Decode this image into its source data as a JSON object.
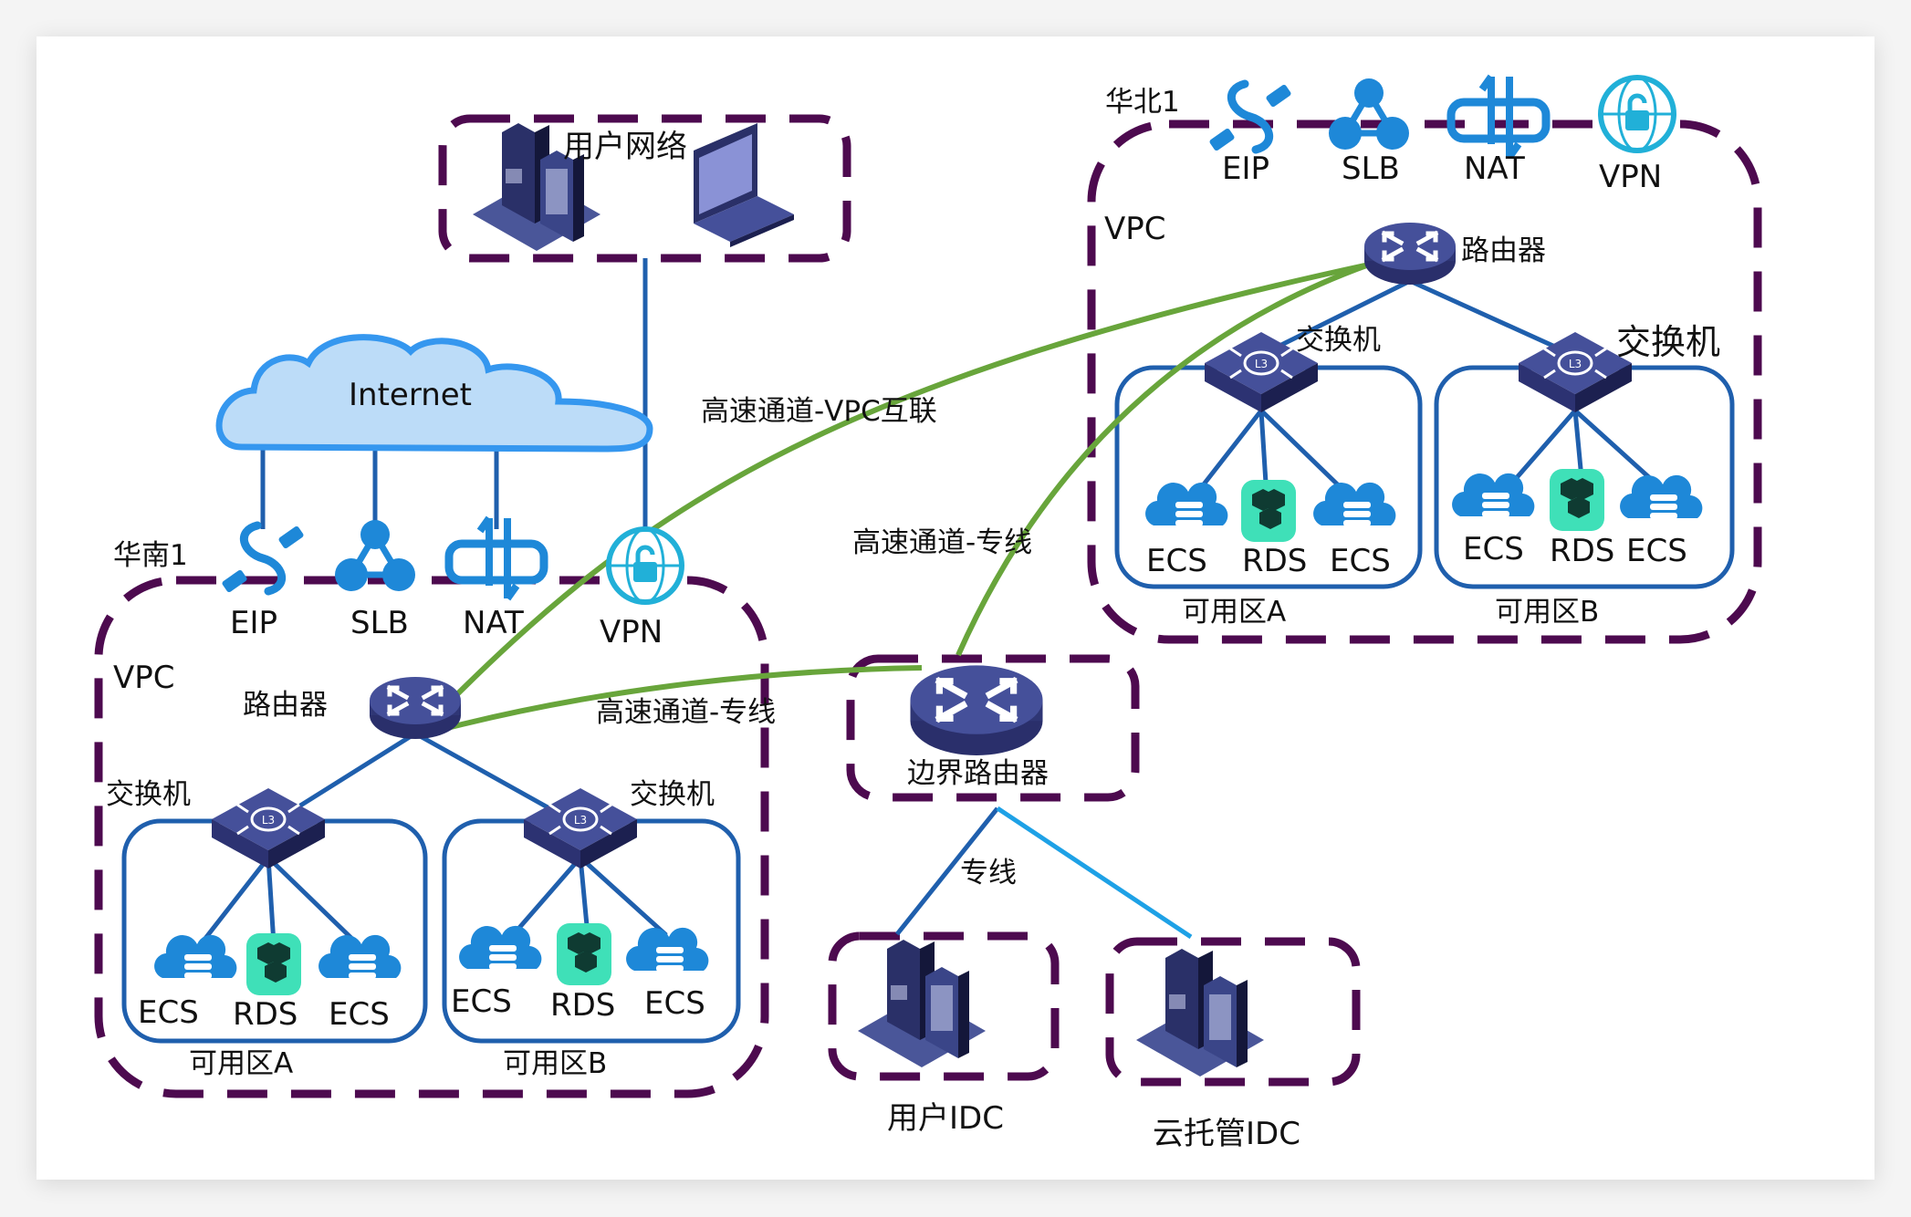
{
  "diagram": {
    "colors": {
      "boundary": "#4d0a4f",
      "link_blue": "#1f5fad",
      "link_light_blue": "#1ea1e6",
      "express_green": "#68a53b",
      "device_navy": "#45509a",
      "cloud_fill": "#bcdcf8",
      "cloud_stroke": "#3597ef",
      "service_blue": "#1e88d8",
      "rds_green": "#3fe0b8"
    },
    "user_network": {
      "label": "用户网络",
      "devices": [
        "office-building",
        "laptop"
      ]
    },
    "internet": {
      "label": "Internet"
    },
    "regions": [
      {
        "id": "south1",
        "label": "华南1",
        "vpc_label": "VPC",
        "services": [
          "EIP",
          "SLB",
          "NAT",
          "VPN"
        ],
        "router_label": "路由器",
        "zones": [
          {
            "label": "可用区A",
            "switch_label": "交换机",
            "instances": [
              "ECS",
              "RDS",
              "ECS"
            ]
          },
          {
            "label": "可用区B",
            "switch_label": "交换机",
            "instances": [
              "ECS",
              "RDS",
              "ECS"
            ]
          }
        ]
      },
      {
        "id": "north1",
        "label": "华北1",
        "vpc_label": "VPC",
        "services": [
          "EIP",
          "SLB",
          "NAT",
          "VPN"
        ],
        "router_label": "路由器",
        "zones": [
          {
            "label": "可用区A",
            "switch_label": "交换机",
            "instances": [
              "ECS",
              "RDS",
              "ECS"
            ]
          },
          {
            "label": "可用区B",
            "switch_label": "交换机",
            "instances": [
              "ECS",
              "RDS",
              "ECS"
            ]
          }
        ]
      }
    ],
    "border_router": {
      "label": "边界路由器"
    },
    "links": {
      "express_vpc": "高速通道-VPC互联",
      "express_line_north": "高速通道-专线",
      "express_line_south": "高速通道-专线",
      "leased_line": "专线"
    },
    "idcs": [
      {
        "label": "用户IDC"
      },
      {
        "label": "云托管IDC"
      }
    ]
  }
}
